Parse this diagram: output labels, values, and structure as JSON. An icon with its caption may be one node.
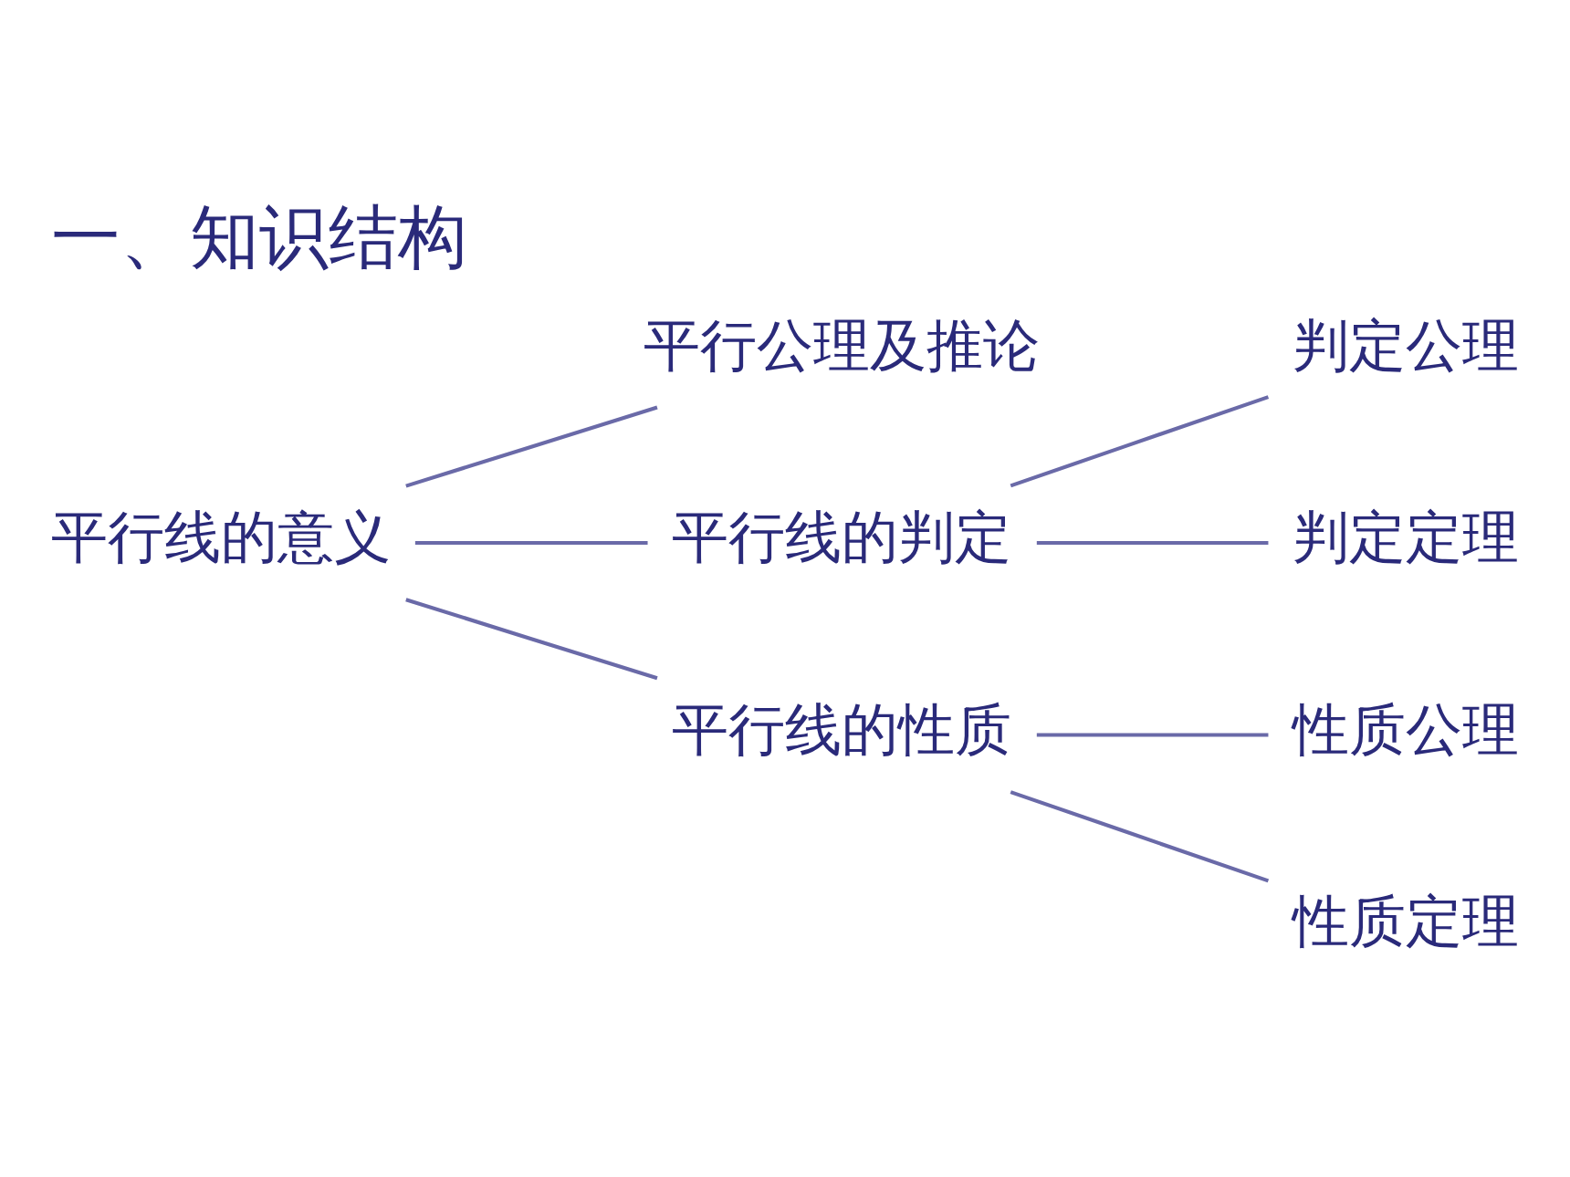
{
  "diagram": {
    "title": "一、知识结构",
    "nodes": [
      {
        "text": [
          "平行线的意义"
        ]
      },
      {
        "text": [
          "平行公理及推论"
        ]
      },
      {
        "text": [
          "平行线的判定"
        ]
      },
      {
        "text": [
          "判定公理"
        ]
      },
      {
        "text": [
          "判定定理"
        ]
      },
      {
        "text": [
          "平行线的性质"
        ]
      },
      {
        "text": [
          "性质公理"
        ]
      },
      {
        "text": [
          "性质定理"
        ]
      }
    ],
    "edges": [
      {
        "from": 0,
        "to": 1,
        "arrow": "none"
      },
      {
        "from": 0,
        "to": 2,
        "arrow": "none"
      },
      {
        "from": 0,
        "to": 5,
        "arrow": "none"
      },
      {
        "from": 2,
        "to": 3,
        "arrow": "none"
      },
      {
        "from": 2,
        "to": 4,
        "arrow": "none"
      },
      {
        "from": 5,
        "to": 6,
        "arrow": "none"
      },
      {
        "from": 5,
        "to": 7,
        "arrow": "none"
      }
    ]
  }
}
